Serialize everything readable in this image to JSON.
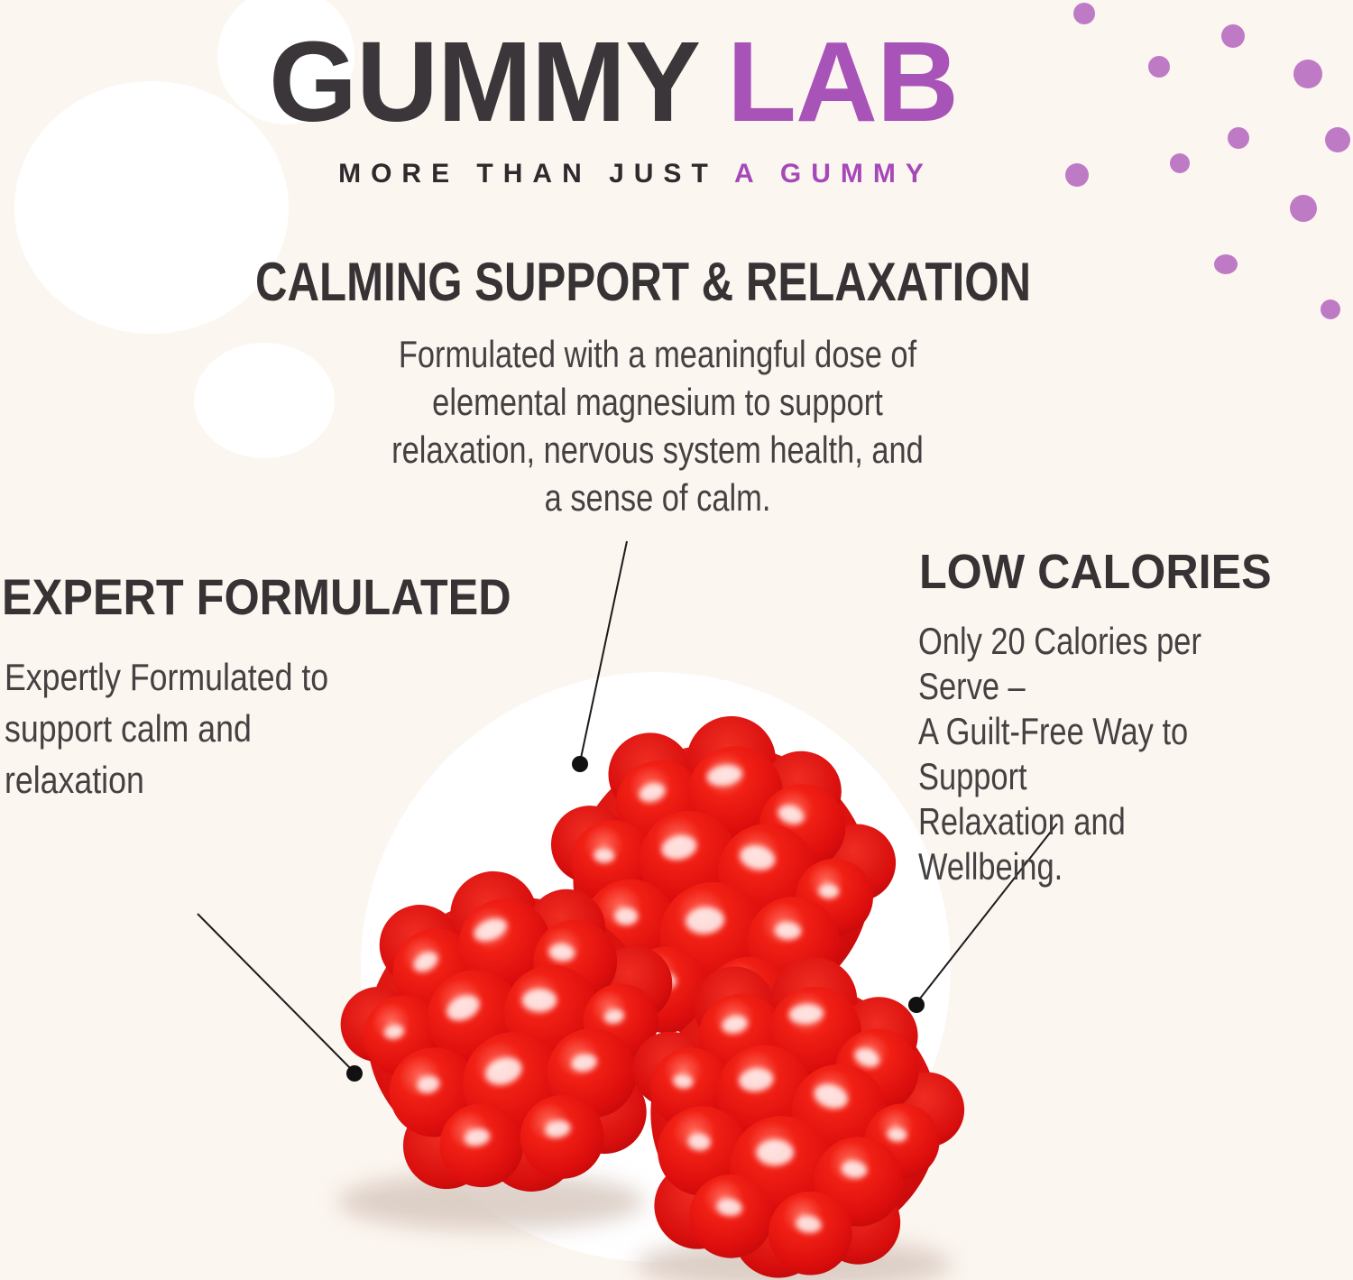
{
  "brand": {
    "logo_primary": "GUMMY",
    "logo_secondary": "LAB",
    "tagline_primary": "MORE THAN JUST",
    "tagline_accent": "A GUMMY"
  },
  "headline": "CALMING SUPPORT & RELAXATION",
  "description": "Formulated with a meaningful dose of\nelemental magnesium to support\nrelaxation, nervous system health, and\na sense of calm.",
  "features": {
    "left": {
      "title": "EXPERT FORMULATED",
      "body": "Expertly Formulated to\nsupport calm and\nrelaxation"
    },
    "right": {
      "title": "LOW CALORIES",
      "body": "Only 20 Calories per Serve –\nA Guilt-Free Way to Support\nRelaxation and Wellbeing."
    }
  },
  "illustration": {
    "alt": "Three red raspberry-shaped gummies resting on a white circle, with three black callout dots and lines pointing to them"
  },
  "colors": {
    "background": "#fcf6f0",
    "accent_purple": "#a853b8",
    "dot_purple": "#bf7ac6",
    "heading_dark": "#373335",
    "body_text": "#454041",
    "gummy_red": "#dc0e0d",
    "circle_white": "#ffffff",
    "callout_black": "#181818"
  }
}
